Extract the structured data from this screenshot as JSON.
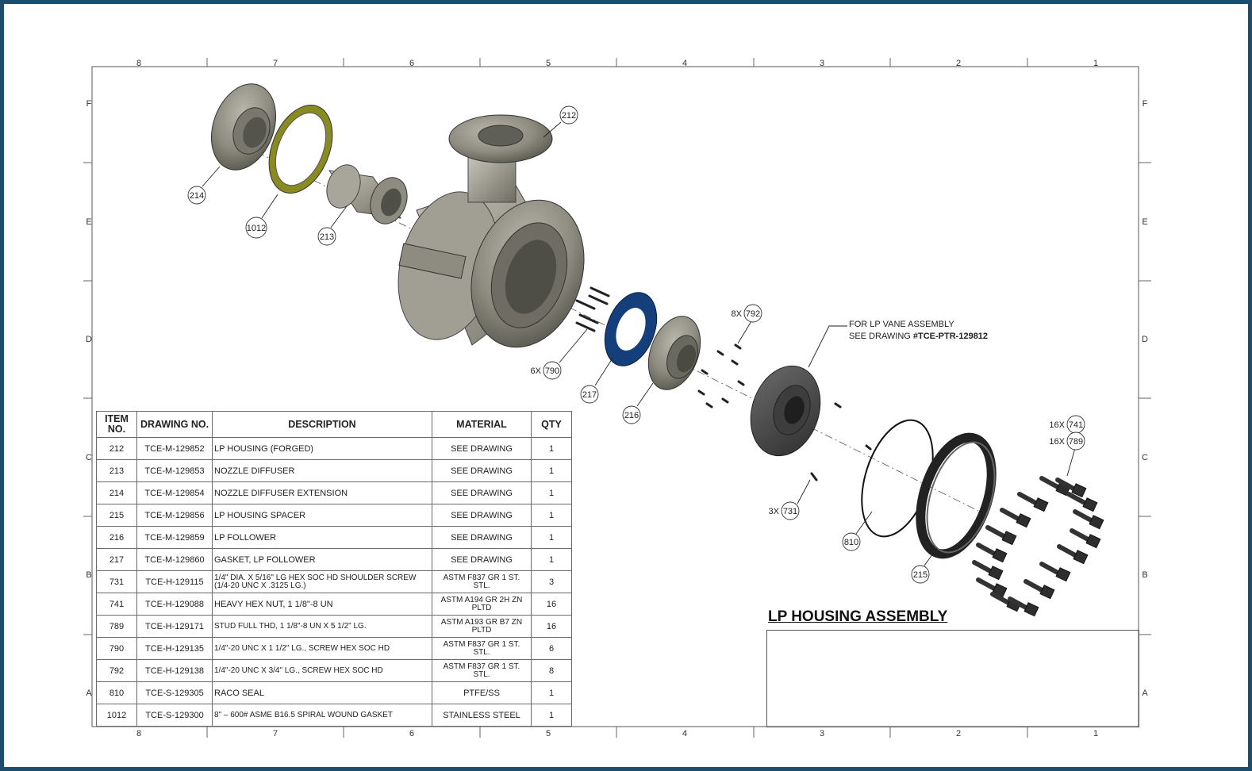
{
  "drawing": {
    "title": "LP HOUSING ASSEMBLY",
    "note_line1": "FOR LP VANE ASSEMBLY",
    "note_line2_prefix": "SEE DRAWING ",
    "note_line2_ref": "#TCE-PTR-129812"
  },
  "zones": {
    "columns": [
      "8",
      "7",
      "6",
      "5",
      "4",
      "3",
      "2",
      "1"
    ],
    "rows": [
      "F",
      "E",
      "D",
      "C",
      "B",
      "A"
    ]
  },
  "balloons": [
    {
      "id": "b212",
      "label": "212",
      "qty": ""
    },
    {
      "id": "b214",
      "label": "214",
      "qty": ""
    },
    {
      "id": "b1012",
      "label": "1012",
      "qty": ""
    },
    {
      "id": "b213",
      "label": "213",
      "qty": ""
    },
    {
      "id": "b790",
      "label": "790",
      "qty": "6X"
    },
    {
      "id": "b217",
      "label": "217",
      "qty": ""
    },
    {
      "id": "b216",
      "label": "216",
      "qty": ""
    },
    {
      "id": "b792",
      "label": "792",
      "qty": "8X"
    },
    {
      "id": "b731",
      "label": "731",
      "qty": "3X"
    },
    {
      "id": "b810",
      "label": "810",
      "qty": ""
    },
    {
      "id": "b215",
      "label": "215",
      "qty": ""
    },
    {
      "id": "b741",
      "label": "741",
      "qty": "16X"
    },
    {
      "id": "b789",
      "label": "789",
      "qty": "16X"
    }
  ],
  "bom": {
    "headers": {
      "item": "ITEM NO.",
      "drawing": "DRAWING NO.",
      "description": "DESCRIPTION",
      "material": "MATERIAL",
      "qty": "QTY"
    },
    "rows": [
      {
        "item": "212",
        "drawing": "TCE-M-129852",
        "description": "LP HOUSING (FORGED)",
        "material": "SEE DRAWING",
        "qty": "1"
      },
      {
        "item": "213",
        "drawing": "TCE-M-129853",
        "description": "NOZZLE DIFFUSER",
        "material": "SEE DRAWING",
        "qty": "1"
      },
      {
        "item": "214",
        "drawing": "TCE-M-129854",
        "description": "NOZZLE DIFFUSER EXTENSION",
        "material": "SEE DRAWING",
        "qty": "1"
      },
      {
        "item": "215",
        "drawing": "TCE-M-129856",
        "description": "LP HOUSING SPACER",
        "material": "SEE DRAWING",
        "qty": "1"
      },
      {
        "item": "216",
        "drawing": "TCE-M-129859",
        "description": "LP FOLLOWER",
        "material": "SEE DRAWING",
        "qty": "1"
      },
      {
        "item": "217",
        "drawing": "TCE-M-129860",
        "description": "GASKET, LP FOLLOWER",
        "material": "SEE DRAWING",
        "qty": "1"
      },
      {
        "item": "731",
        "drawing": "TCE-H-129115",
        "description": "1/4\" DIA. X 5/16\" LG HEX SOC HD SHOULDER SCREW (1/4-20 UNC X .3125 LG.)",
        "material": "ASTM F837 GR 1 ST. STL.",
        "qty": "3"
      },
      {
        "item": "741",
        "drawing": "TCE-H-129088",
        "description": "HEAVY HEX NUT, 1 1/8\"-8 UN",
        "material": "ASTM A194 GR 2H ZN PLTD",
        "qty": "16"
      },
      {
        "item": "789",
        "drawing": "TCE-H-129171",
        "description": "STUD FULL THD, 1 1/8\"-8 UN X 5 1/2\" LG.",
        "material": "ASTM A193 GR B7 ZN PLTD",
        "qty": "16"
      },
      {
        "item": "790",
        "drawing": "TCE-H-129135",
        "description": "1/4\"-20 UNC X 1 1/2\" LG., SCREW HEX SOC HD",
        "material": "ASTM F837 GR 1 ST. STL.",
        "qty": "6"
      },
      {
        "item": "792",
        "drawing": "TCE-H-129138",
        "description": "1/4\"-20 UNC X 3/4\" LG.,  SCREW HEX SOC HD",
        "material": "ASTM F837 GR 1 ST. STL.",
        "qty": "8"
      },
      {
        "item": "810",
        "drawing": "TCE-S-129305",
        "description": "RACO SEAL",
        "material": "PTFE/SS",
        "qty": "1"
      },
      {
        "item": "1012",
        "drawing": "TCE-S-129300",
        "description": "8\" – 600# ASME B16.5 SPIRAL WOUND GASKET",
        "material": "STAINLESS STEEL",
        "qty": "1"
      }
    ]
  },
  "colors": {
    "frame": "#1b4e6e",
    "gasket_blue": "#143f7a",
    "gasket_olive": "#8a8a22",
    "metal": "#8e8c80"
  }
}
